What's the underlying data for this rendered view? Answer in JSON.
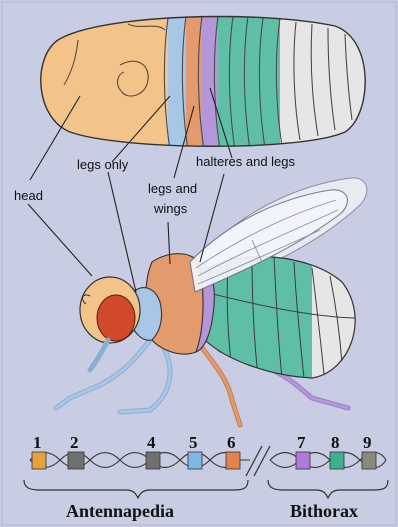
{
  "labels": {
    "head": "head",
    "legs_only": "legs only",
    "legs_and_wings_line1": "legs and",
    "legs_and_wings_line2": "wings",
    "halteres_and_legs": "halteres and legs"
  },
  "gene_numbers": [
    "1",
    "2",
    "4",
    "5",
    "6",
    "7",
    "8",
    "9"
  ],
  "complexes": {
    "left": "Antennapedia",
    "right": "Bithorax"
  },
  "colors": {
    "background": "#c9cde3",
    "head": "#f2c48a",
    "legs_only": "#a8c6e6",
    "legs_and_wings": "#e39a6c",
    "halteres_and_legs": "#b596d9",
    "abdomen": "#5fbfa6",
    "tail": "#e6e6e6",
    "eye": "#d24a2b"
  }
}
